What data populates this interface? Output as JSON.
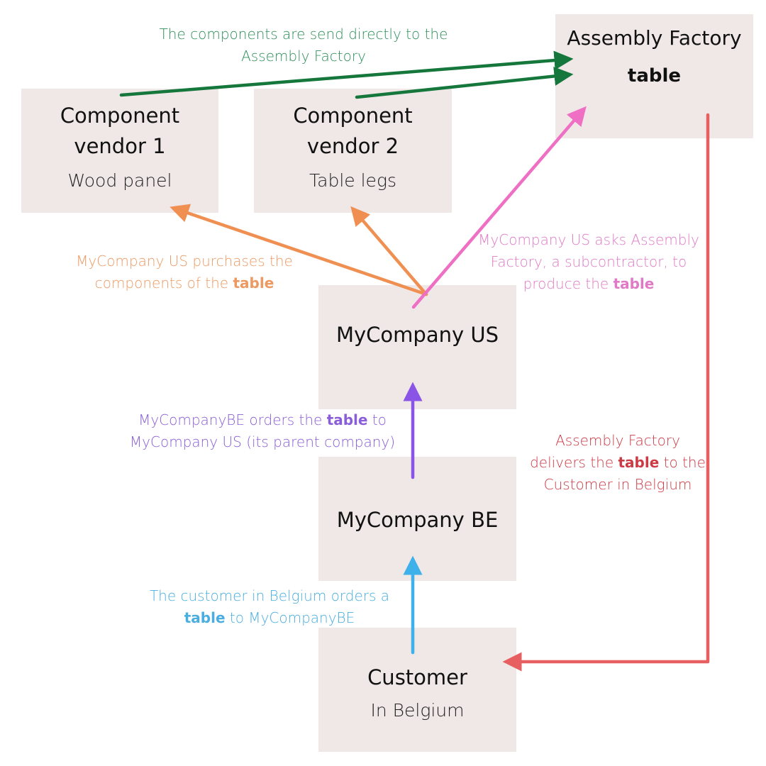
{
  "colors": {
    "box_fill": "#efe8e6",
    "green": "#15773c",
    "orange": "#f08f52",
    "pink": "#ee6fc4",
    "purple": "#8a55e6",
    "blue": "#3fb1ea",
    "red": "#e85f62"
  },
  "nodes": {
    "vendor1": {
      "title": "Component vendor 1",
      "title_line1": "Component",
      "title_line2": "vendor 1",
      "subtitle": "Wood panel"
    },
    "vendor2": {
      "title": "Component vendor 2",
      "title_line1": "Component",
      "title_line2": "vendor 2",
      "subtitle": "Table legs"
    },
    "factory": {
      "title": "Assembly Factory",
      "subtitle": "table"
    },
    "us": {
      "title": "MyCompany US"
    },
    "be": {
      "title": "MyCompany BE"
    },
    "customer": {
      "title": "Customer",
      "subtitle": "In Belgium"
    }
  },
  "notes": {
    "green": {
      "line1": "The components are send directly to the",
      "line2": "Assembly Factory"
    },
    "orange": {
      "line1": "MyCompany US purchases the",
      "line2_pre": "components of the ",
      "line2_bold": "table"
    },
    "pink": {
      "line1": "MyCompany US asks Assembly",
      "line2": "Factory, a subcontractor, to",
      "line3_pre": "produce the ",
      "line3_bold": "table"
    },
    "purple": {
      "line1_pre": "MyCompanyBE orders the ",
      "line1_bold": "table",
      "line1_post": " to",
      "line2": "MyCompany US (its parent company)"
    },
    "red": {
      "line1": "Assembly Factory",
      "line2_pre": "delivers the ",
      "line2_bold": "table",
      "line2_post": " to the",
      "line3": "Customer in Belgium"
    },
    "blue": {
      "line1": "The customer in Belgium orders a",
      "line2_bold": "table",
      "line2_post": " to MyCompanyBE"
    }
  },
  "edges": [
    {
      "from": "vendor1",
      "to": "factory",
      "color": "green"
    },
    {
      "from": "vendor2",
      "to": "factory",
      "color": "green"
    },
    {
      "from": "us",
      "to": "vendor1",
      "color": "orange"
    },
    {
      "from": "us",
      "to": "vendor2",
      "color": "orange"
    },
    {
      "from": "us",
      "to": "factory",
      "color": "pink"
    },
    {
      "from": "be",
      "to": "us",
      "color": "purple"
    },
    {
      "from": "customer",
      "to": "be",
      "color": "blue"
    },
    {
      "from": "factory",
      "to": "customer",
      "color": "red"
    }
  ]
}
